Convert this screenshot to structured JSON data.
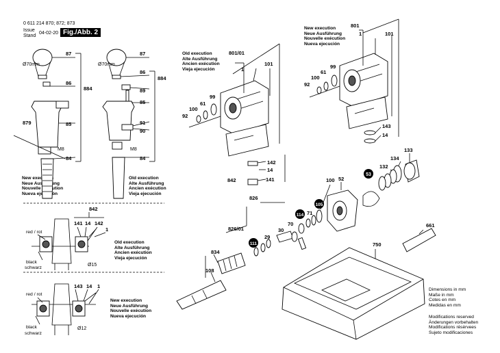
{
  "header": {
    "part_number": "0 611 214 870; 872; 873",
    "issue_label": "Issue",
    "stand_label": "Stand",
    "date": "04-02-20",
    "figure": "Fig./Abb. 2"
  },
  "execution_new": [
    "New execution",
    "Neue Ausführung",
    "Nouvelle exécution",
    "Nueva ejecución"
  ],
  "execution_old": [
    "Old execution",
    "Alte Ausführung",
    "Ancien exécution",
    "Vieja ejecución"
  ],
  "notes_dimensions": [
    "Dimensions in mm",
    "Maße in mm",
    "Cotes en mm",
    "Medidas en mm"
  ],
  "notes_modifications": [
    "Modifications reserved",
    "Änderungen vorbehalten",
    "Modifications résèrvees",
    "Sujeto modificaciones"
  ],
  "labels": {
    "dia70a": "Ø70mm",
    "dia70b": "Ø70mm",
    "dia15": "Ø15",
    "dia12": "Ø12",
    "m8a": "M8",
    "m8b": "M8",
    "redrot1": "red / rot",
    "redrot2": "red / rot",
    "black1": "black",
    "schwarz1": "schwarz",
    "black2": "black",
    "schwarz2": "schwarz"
  },
  "part_numbers": {
    "p87a": "87",
    "p86a": "86",
    "p884a": "884",
    "p85a": "85",
    "p879": "879",
    "p84a": "84",
    "p87b": "87",
    "p86b": "86",
    "p89": "89",
    "p884b": "884",
    "p85b": "85",
    "p91": "91",
    "p90": "90",
    "p84b": "84",
    "p801_01": "801/01",
    "p1a": "1",
    "p101a": "101",
    "p99a": "99",
    "p61a": "61",
    "p100a": "100",
    "p92a": "92",
    "p142": "142",
    "p14a": "14",
    "p842": "842",
    "p141": "141",
    "p801": "801",
    "p1b": "1",
    "p101b": "101",
    "p99b": "99",
    "p61b": "61",
    "p100b": "100",
    "p92b": "92",
    "p143": "143",
    "p14b": "14",
    "p133": "133",
    "p134": "134",
    "p132": "132",
    "p53": "53",
    "p826": "826",
    "p52": "52",
    "p100c": "100",
    "p105": "105",
    "p71": "71",
    "p114": "114",
    "p70": "70",
    "p826_01": "826/01",
    "p30": "30",
    "p29": "29",
    "p111": "111",
    "p834": "834",
    "p108": "108",
    "p661": "661",
    "p750": "750",
    "d842": "842",
    "d141": "141",
    "d14a": "14",
    "d142": "142",
    "d1a": "1",
    "d143": "143",
    "d14b": "14",
    "d1b": "1"
  }
}
